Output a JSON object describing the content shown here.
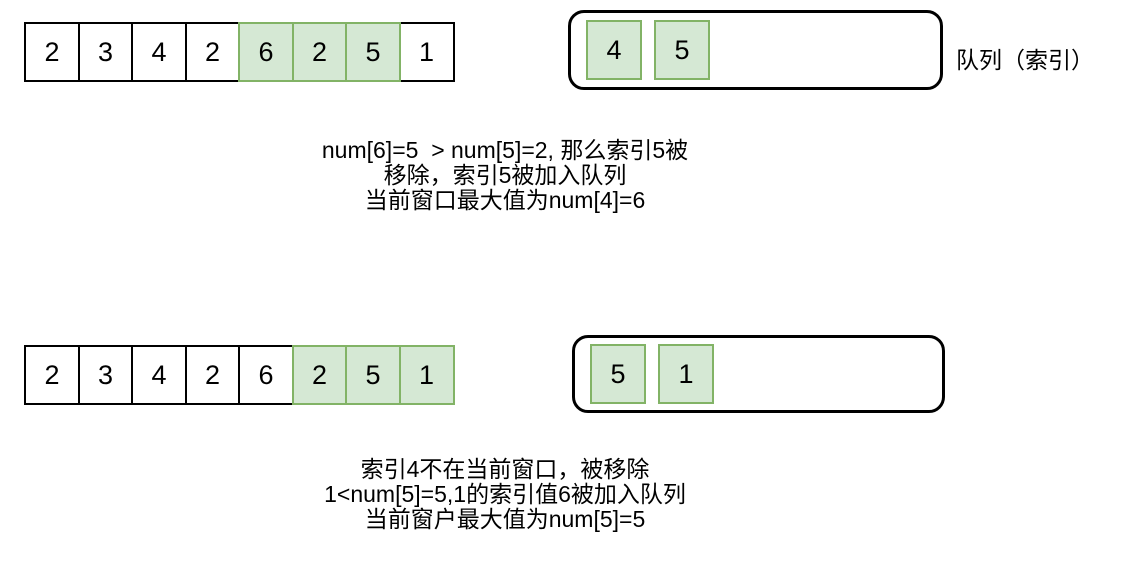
{
  "colors": {
    "highlight_fill": "#d5e8d4",
    "highlight_stroke": "#82b366",
    "outline": "#000000",
    "background": "#ffffff"
  },
  "row1": {
    "array": {
      "cells": [
        {
          "value": "2",
          "highlight": false
        },
        {
          "value": "3",
          "highlight": false
        },
        {
          "value": "4",
          "highlight": false
        },
        {
          "value": "2",
          "highlight": false
        },
        {
          "value": "6",
          "highlight": true
        },
        {
          "value": "2",
          "highlight": true
        },
        {
          "value": "5",
          "highlight": true
        },
        {
          "value": "1",
          "highlight": false
        }
      ]
    },
    "queue": {
      "cells": [
        {
          "value": "4"
        },
        {
          "value": "5"
        }
      ]
    },
    "queue_label": "队列（索引）",
    "caption": {
      "line1": "num[6]=5  > num[5]=2, 那么索引5被",
      "line2": "移除，索引5被加入队列",
      "line3": "当前窗口最大值为num[4]=6"
    }
  },
  "row2": {
    "array": {
      "cells": [
        {
          "value": "2",
          "highlight": false
        },
        {
          "value": "3",
          "highlight": false
        },
        {
          "value": "4",
          "highlight": false
        },
        {
          "value": "2",
          "highlight": false
        },
        {
          "value": "6",
          "highlight": false
        },
        {
          "value": "2",
          "highlight": true
        },
        {
          "value": "5",
          "highlight": true
        },
        {
          "value": "1",
          "highlight": true
        }
      ]
    },
    "queue": {
      "cells": [
        {
          "value": "5"
        },
        {
          "value": "1"
        }
      ]
    },
    "caption": {
      "line1": "索引4不在当前窗口，被移除",
      "line2": "1<num[5]=5,1的索引值6被加入队列",
      "line3": "当前窗户最大值为num[5]=5"
    }
  }
}
